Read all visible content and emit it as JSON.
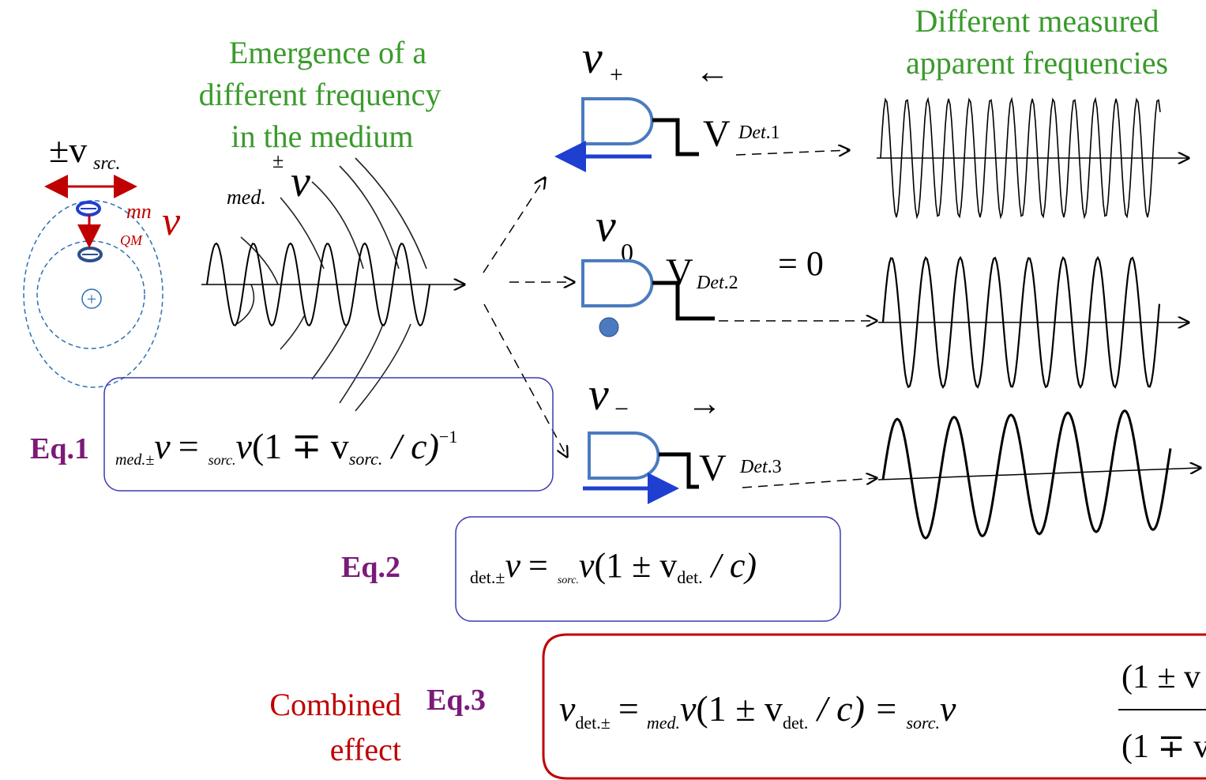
{
  "labels": {
    "emergence": [
      "Emergence of a",
      "different frequency",
      "in the medium"
    ],
    "measured": [
      "Different measured",
      "apparent frequencies"
    ],
    "combined": [
      "Combined",
      "effect"
    ]
  },
  "equations": {
    "eq1_label": "Eq.1",
    "eq2_label": "Eq.2",
    "eq3_label": "Eq.3",
    "eq1": {
      "lhs_sub": "med.±",
      "nu": "ν",
      "eq": "=",
      "src_sub": "sorc.",
      "paren": "(1 ∓ v",
      "v_sub": "sorc.",
      "tail": " / c)",
      "exp": "−1"
    },
    "eq2": {
      "lhs_sub": "det.±",
      "nu": "ν",
      "eq": "=",
      "src_sub": "sorc.",
      "paren": "(1 ± v",
      "v_sub": "det.",
      "tail": " / c)"
    },
    "eq3": {
      "nu": "ν",
      "lhs_sub": "det.±",
      "eq": "=",
      "med_sub": "med.",
      "paren": "(1 ± v",
      "v_sub": "det.",
      "tail": " / c) =",
      "src_sub": "sorc.",
      "num": "(1 ± v",
      "den": "(1 ∓ v"
    }
  },
  "source": {
    "speed": "±v",
    "speed_sub": "src.",
    "mn": "mn",
    "qm": "QM",
    "nu": "ν",
    "plus": "+"
  },
  "medium": {
    "pm": "±",
    "sub": "med.",
    "nu": "ν"
  },
  "detectors": [
    {
      "nu_sub": "+",
      "arrow": "←",
      "v_sub": "Det.1",
      "eq": ""
    },
    {
      "nu_sub": "0",
      "arrow": "",
      "v_sub": "Det.2",
      "eq": "= 0"
    },
    {
      "nu_sub": "−",
      "arrow": "→",
      "v_sub": "Det.3",
      "eq": ""
    }
  ],
  "colors": {
    "green_text": "#3a9a2c",
    "purple_text": "#7b1a7a",
    "red": "#c00000",
    "detector_blue": "#4a7bbf",
    "arrow_blue": "#1f3fd0",
    "orbit": "#2d6fb3",
    "eq_box": "#3a3ab0",
    "combined_box": "#c00000"
  }
}
